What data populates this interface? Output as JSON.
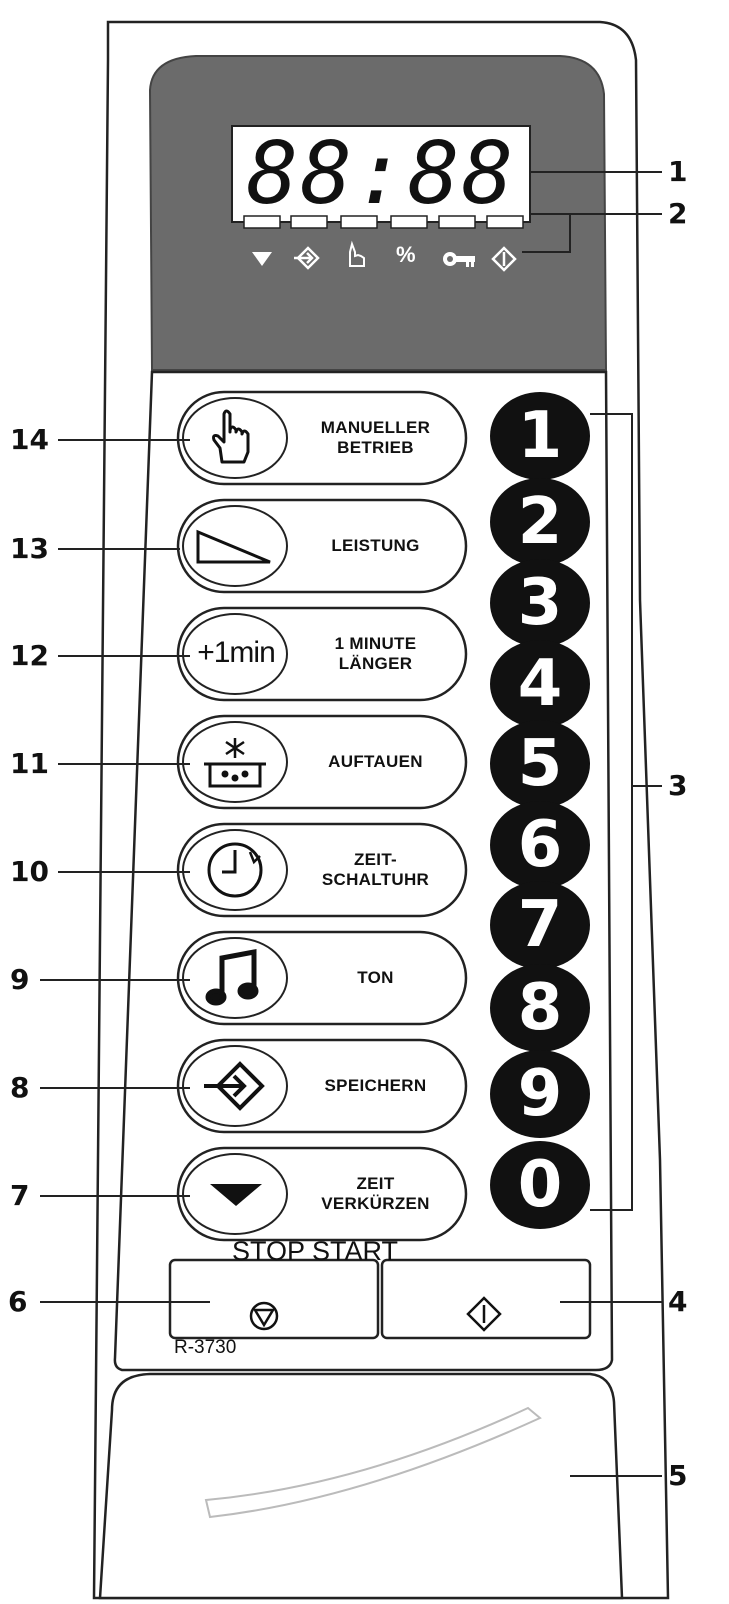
{
  "display": {
    "digits": "88:88"
  },
  "indicators": {
    "percent_label": "%",
    "icons": [
      "triangle-down-icon",
      "memory-arrow-icon",
      "hand-icon",
      "percent-icon",
      "key-icon",
      "start-diamond-icon"
    ]
  },
  "function_buttons": [
    {
      "callout": "14",
      "icon": "hand-icon",
      "label": [
        "MANUELLER",
        "BETRIEB"
      ]
    },
    {
      "callout": "13",
      "icon": "power-triangle-icon",
      "label": [
        "LEISTUNG"
      ]
    },
    {
      "callout": "12",
      "icon_text": "+1min",
      "label": [
        "1 MINUTE",
        "LÄNGER"
      ]
    },
    {
      "callout": "11",
      "icon": "defrost-icon",
      "label": [
        "AUFTAUEN"
      ]
    },
    {
      "callout": "10",
      "icon": "clock-icon",
      "label": [
        "ZEIT-",
        "SCHALTUHR"
      ]
    },
    {
      "callout": "9",
      "icon": "music-note-icon",
      "label": [
        "TON"
      ]
    },
    {
      "callout": "8",
      "icon": "memory-arrow-icon",
      "label": [
        "SPEICHERN"
      ]
    },
    {
      "callout": "7",
      "icon": "triangle-down-icon",
      "label": [
        "ZEIT",
        "VERKÜRZEN"
      ]
    }
  ],
  "number_keys": [
    "1",
    "2",
    "3",
    "4",
    "5",
    "6",
    "7",
    "8",
    "9",
    "0"
  ],
  "stop_start": {
    "label": "STOP START",
    "stop_icon": "stop-icon",
    "start_icon": "start-diamond-icon"
  },
  "model": "R-3730",
  "callouts": {
    "display": "1",
    "indicators": "2",
    "number_pad": "3",
    "start": "4",
    "door": "5",
    "stop": "6"
  }
}
